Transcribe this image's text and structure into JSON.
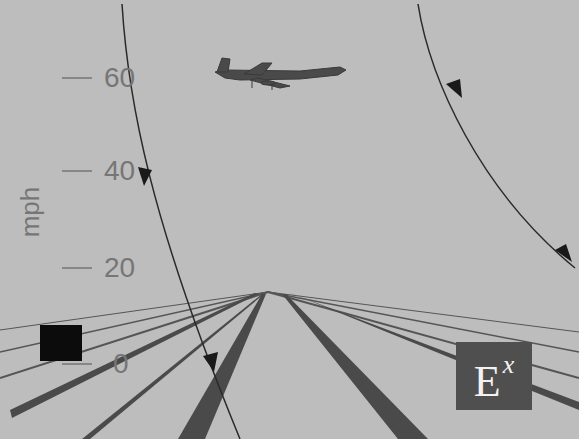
{
  "diagram": {
    "nodes": [
      {
        "text": [
          "E",
          "x"
        ]
      }
    ],
    "labels": [
      "60",
      "40",
      "20",
      "0",
      "mph"
    ]
  }
}
